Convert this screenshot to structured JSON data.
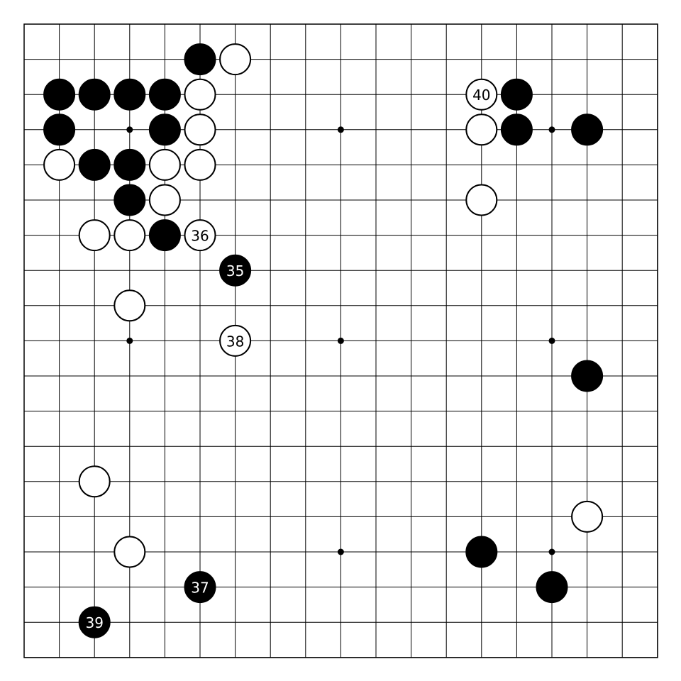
{
  "board": {
    "size": 19,
    "colors": {
      "background": "#ffffff",
      "line": "#000000",
      "black_stone": "#000000",
      "white_stone": "#ffffff"
    },
    "hoshi": [
      [
        3,
        3
      ],
      [
        9,
        3
      ],
      [
        15,
        3
      ],
      [
        3,
        9
      ],
      [
        9,
        9
      ],
      [
        15,
        9
      ],
      [
        3,
        15
      ],
      [
        9,
        15
      ],
      [
        15,
        15
      ]
    ],
    "stones": [
      {
        "col": 5,
        "row": 1,
        "color": "black",
        "label": ""
      },
      {
        "col": 6,
        "row": 1,
        "color": "white",
        "label": ""
      },
      {
        "col": 1,
        "row": 2,
        "color": "black",
        "label": ""
      },
      {
        "col": 2,
        "row": 2,
        "color": "black",
        "label": ""
      },
      {
        "col": 3,
        "row": 2,
        "color": "black",
        "label": ""
      },
      {
        "col": 4,
        "row": 2,
        "color": "black",
        "label": ""
      },
      {
        "col": 5,
        "row": 2,
        "color": "white",
        "label": ""
      },
      {
        "col": 13,
        "row": 2,
        "color": "white",
        "label": "40"
      },
      {
        "col": 14,
        "row": 2,
        "color": "black",
        "label": ""
      },
      {
        "col": 1,
        "row": 3,
        "color": "black",
        "label": ""
      },
      {
        "col": 4,
        "row": 3,
        "color": "black",
        "label": ""
      },
      {
        "col": 5,
        "row": 3,
        "color": "white",
        "label": ""
      },
      {
        "col": 13,
        "row": 3,
        "color": "white",
        "label": ""
      },
      {
        "col": 14,
        "row": 3,
        "color": "black",
        "label": ""
      },
      {
        "col": 16,
        "row": 3,
        "color": "black",
        "label": ""
      },
      {
        "col": 1,
        "row": 4,
        "color": "white",
        "label": ""
      },
      {
        "col": 2,
        "row": 4,
        "color": "black",
        "label": ""
      },
      {
        "col": 3,
        "row": 4,
        "color": "black",
        "label": ""
      },
      {
        "col": 4,
        "row": 4,
        "color": "white",
        "label": ""
      },
      {
        "col": 5,
        "row": 4,
        "color": "white",
        "label": ""
      },
      {
        "col": 3,
        "row": 5,
        "color": "black",
        "label": ""
      },
      {
        "col": 4,
        "row": 5,
        "color": "white",
        "label": ""
      },
      {
        "col": 13,
        "row": 5,
        "color": "white",
        "label": ""
      },
      {
        "col": 2,
        "row": 6,
        "color": "white",
        "label": ""
      },
      {
        "col": 3,
        "row": 6,
        "color": "white",
        "label": ""
      },
      {
        "col": 4,
        "row": 6,
        "color": "black",
        "label": ""
      },
      {
        "col": 5,
        "row": 6,
        "color": "white",
        "label": "36"
      },
      {
        "col": 6,
        "row": 7,
        "color": "black",
        "label": "35"
      },
      {
        "col": 3,
        "row": 8,
        "color": "white",
        "label": ""
      },
      {
        "col": 6,
        "row": 9,
        "color": "white",
        "label": "38"
      },
      {
        "col": 16,
        "row": 10,
        "color": "black",
        "label": ""
      },
      {
        "col": 2,
        "row": 13,
        "color": "white",
        "label": ""
      },
      {
        "col": 16,
        "row": 14,
        "color": "white",
        "label": ""
      },
      {
        "col": 3,
        "row": 15,
        "color": "white",
        "label": ""
      },
      {
        "col": 13,
        "row": 15,
        "color": "black",
        "label": ""
      },
      {
        "col": 5,
        "row": 16,
        "color": "black",
        "label": "37"
      },
      {
        "col": 15,
        "row": 16,
        "color": "black",
        "label": ""
      },
      {
        "col": 2,
        "row": 17,
        "color": "black",
        "label": "39"
      }
    ]
  }
}
